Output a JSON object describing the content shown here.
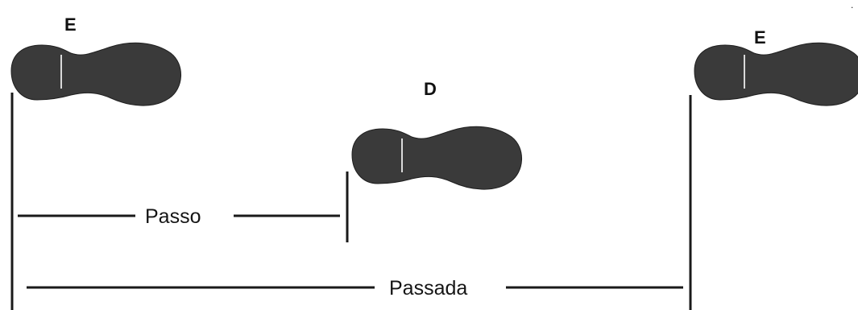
{
  "footprints": {
    "left_first": {
      "letter": "E"
    },
    "right": {
      "letter": "D"
    },
    "left_second": {
      "letter": "E"
    }
  },
  "measurements": {
    "step_label": "Passo",
    "stride_label": "Passada"
  },
  "colors": {
    "sole": "#3a3a3a",
    "line": "#1a1a1a",
    "background": "#ffffff"
  },
  "corner_mark": "."
}
